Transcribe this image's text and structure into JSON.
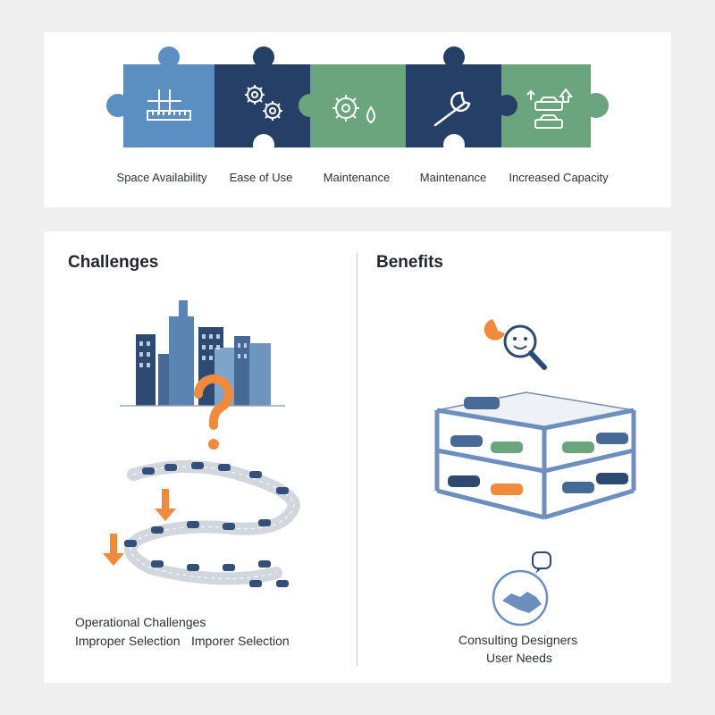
{
  "puzzle": {
    "pieces": [
      {
        "label": "Space Availability",
        "color": "#5b8fc2",
        "icon": "ruler-grid-icon"
      },
      {
        "label": "Ease of Use",
        "color": "#263f66",
        "icon": "gears-icon"
      },
      {
        "label": "Maintenance",
        "color": "#6aa57e",
        "icon": "gear-droplet-icon"
      },
      {
        "label": "Maintenance",
        "color": "#263f66",
        "icon": "wrench-icon"
      },
      {
        "label": "Increased Capacity",
        "color": "#6aa57e",
        "icon": "stacked-cars-arrows-icon"
      }
    ]
  },
  "challenges": {
    "title": "Challenges",
    "caption_line1": "Operational Challenges",
    "caption_line2a": "Improper Selection",
    "caption_line2b": "Imporer Selection",
    "icons": [
      "city-skyline-icon",
      "question-mark-icon",
      "traffic-congestion-icon",
      "down-arrow-icon"
    ]
  },
  "benefits": {
    "title": "Benefits",
    "caption_line1": "Consulting Designers",
    "caption_line2": "User Needs",
    "icons": [
      "magnifier-wrench-icon",
      "parking-structure-icon",
      "handshake-icon",
      "chat-bubble-icon"
    ]
  },
  "colors": {
    "navy": "#263f66",
    "blue": "#5b8fc2",
    "green": "#6aa57e",
    "orange": "#f08a3c"
  }
}
